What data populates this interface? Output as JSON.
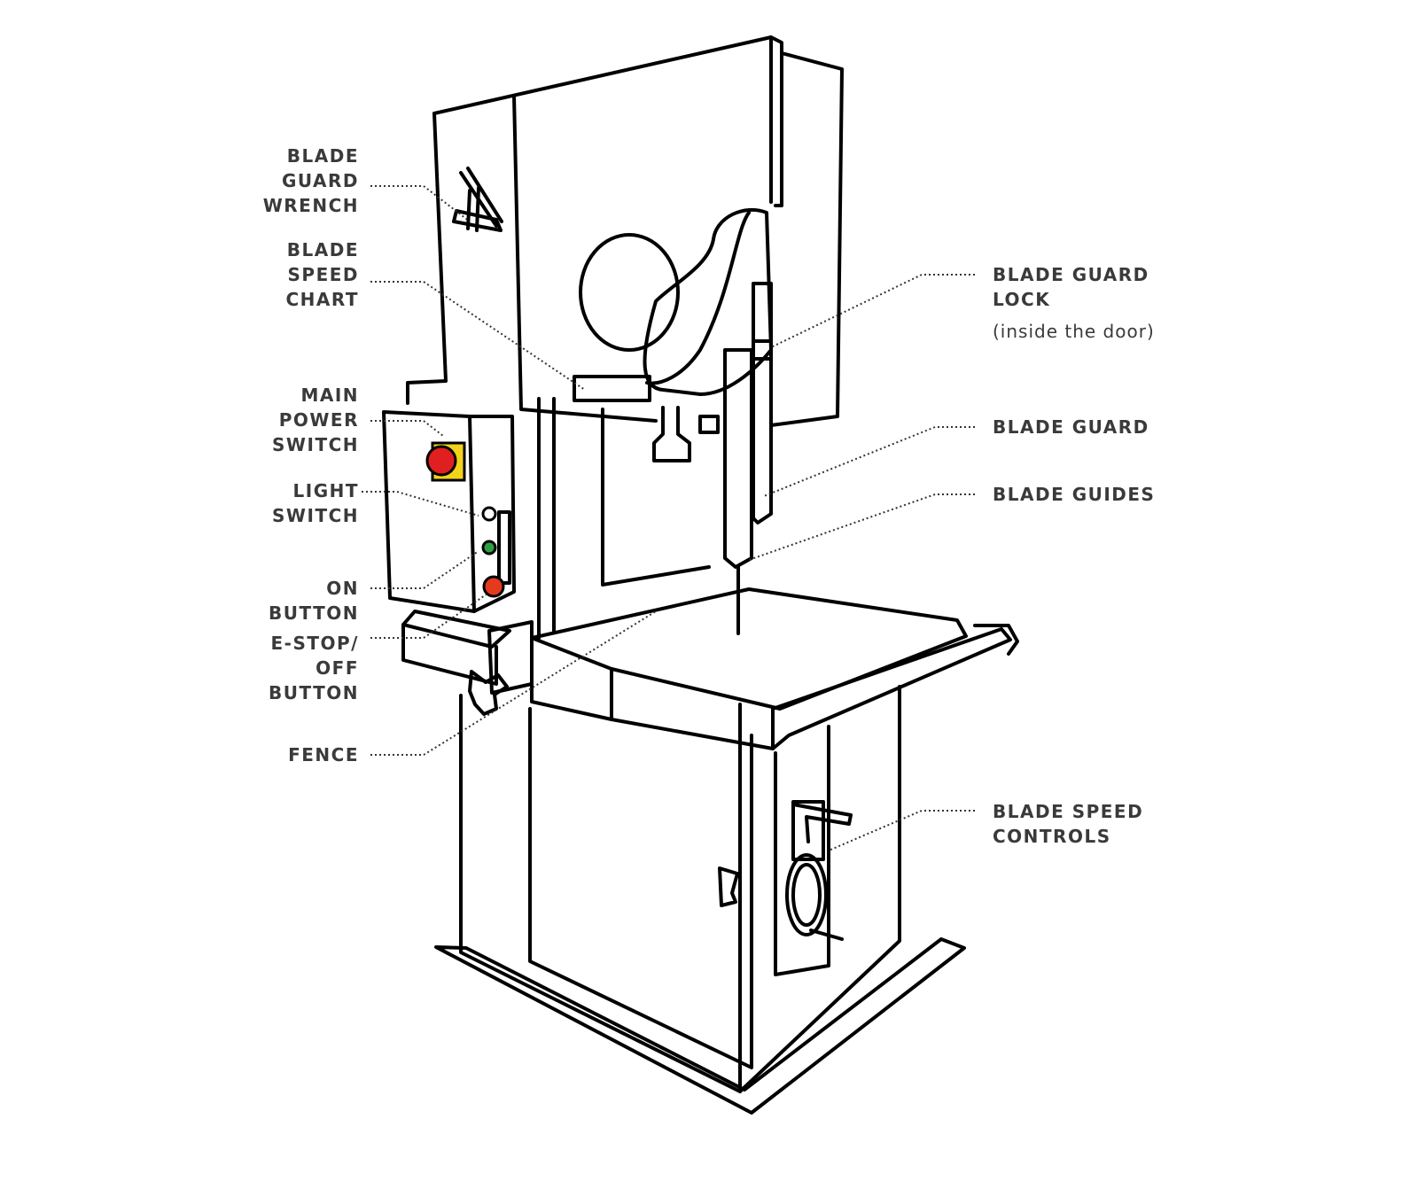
{
  "colors": {
    "outline": "#000000",
    "label_text": "#3a3a3a",
    "leader_line": "#333333",
    "switch_yellow": "#f2d21b",
    "switch_red": "#e02020",
    "indicator_green": "#2ea043",
    "estop_red": "#e53a1e"
  },
  "labels": {
    "blade_guard_wrench": [
      "BLADE",
      "GUARD",
      "WRENCH"
    ],
    "blade_speed_chart": [
      "BLADE",
      "SPEED",
      "CHART"
    ],
    "main_power_switch": [
      "MAIN",
      "POWER",
      "SWITCH"
    ],
    "light_switch": [
      "LIGHT",
      "SWITCH"
    ],
    "on_button": [
      "ON",
      "BUTTON"
    ],
    "estop_off_button": [
      "E-STOP/",
      "OFF",
      "BUTTON"
    ],
    "fence": [
      "FENCE"
    ],
    "blade_guard_lock": [
      "BLADE GUARD",
      "LOCK"
    ],
    "blade_guard_lock_note": "(inside the door)",
    "blade_guard": [
      "BLADE GUARD"
    ],
    "blade_guides": [
      "BLADE GUIDES"
    ],
    "blade_speed_controls": [
      "BLADE SPEED",
      "CONTROLS"
    ]
  }
}
